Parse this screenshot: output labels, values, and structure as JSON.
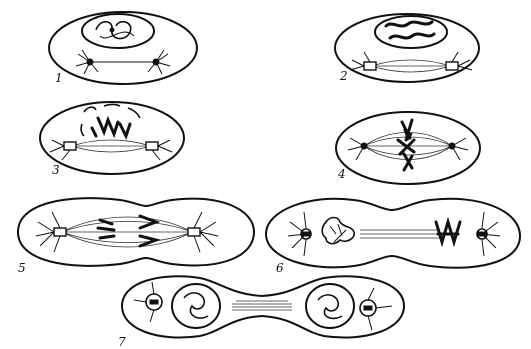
{
  "figure": {
    "stages": [
      {
        "id": "stage-1",
        "label": "1"
      },
      {
        "id": "stage-2",
        "label": "2"
      },
      {
        "id": "stage-3",
        "label": "3"
      },
      {
        "id": "stage-4",
        "label": "4"
      },
      {
        "id": "stage-5",
        "label": "5"
      },
      {
        "id": "stage-6",
        "label": "6"
      },
      {
        "id": "stage-7",
        "label": "7"
      }
    ]
  }
}
